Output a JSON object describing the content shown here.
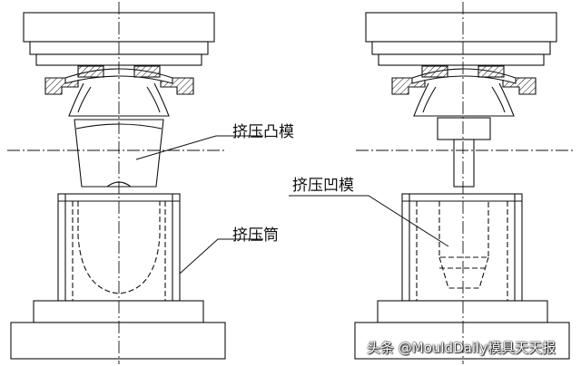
{
  "labels": {
    "punch": "挤压凸模",
    "container": "挤压筒",
    "die": "挤压凹模"
  },
  "watermark": "头条 @MouldDaily模具天天报",
  "colors": {
    "line": "#111111",
    "background": "#ffffff"
  }
}
